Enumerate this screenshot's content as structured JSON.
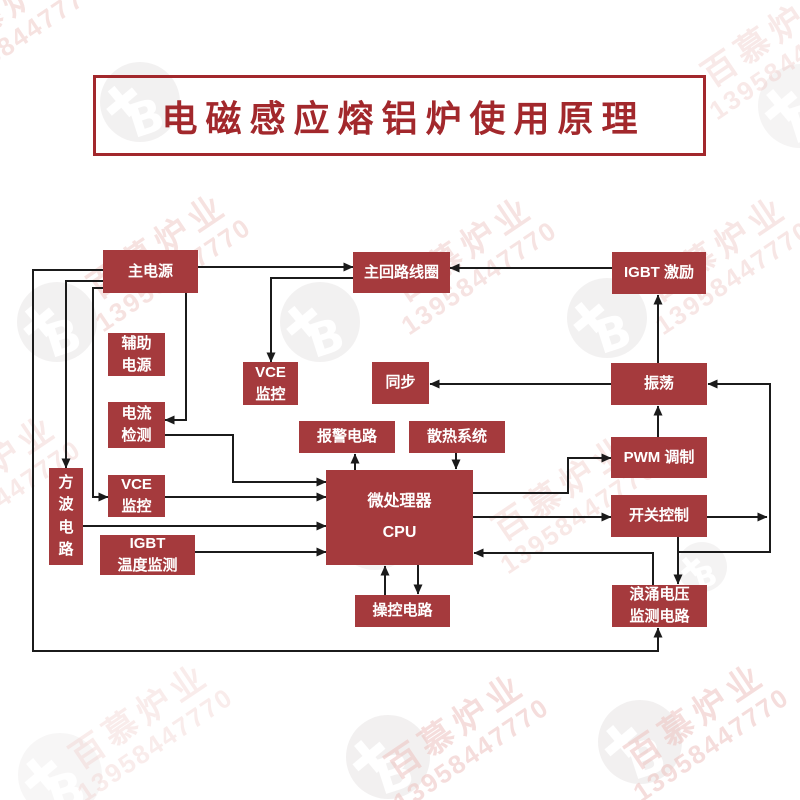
{
  "title": "电磁感应熔铝炉使用原理",
  "watermark": {
    "brand": "百慕炉业",
    "phone": "13958447770",
    "logo_letter": "B"
  },
  "colors": {
    "box_red": "#a53a3d",
    "title_red": "#a2282c",
    "line_dark": "#1b1b1b",
    "watermark_pink": "#eec6c3",
    "watermark_gray": "#e7e4e4"
  },
  "nodes": {
    "main_power": {
      "label": "主电源"
    },
    "main_coil": {
      "label": "主回路线圈"
    },
    "igbt_drive": {
      "label": "IGBT 激励"
    },
    "aux_power": {
      "label": "辅助\n电源"
    },
    "current_detect": {
      "label": "电流\n检测"
    },
    "vce_monitor_coil": {
      "label": "VCE\n监控"
    },
    "sync": {
      "label": "同步"
    },
    "oscillator": {
      "label": "振荡"
    },
    "alarm_circuit": {
      "label": "报警电路"
    },
    "cooling_system": {
      "label": "散热系统"
    },
    "pwm_mod": {
      "label": "PWM 调制"
    },
    "square_wave": {
      "label": "方\n波\n电\n路"
    },
    "vce_monitor_left": {
      "label": "VCE\n监控"
    },
    "igbt_temp": {
      "label": "IGBT\n温度监测"
    },
    "cpu": {
      "label": "微处理器\nCPU"
    },
    "switch_control": {
      "label": "开关控制"
    },
    "surge_monitor": {
      "label": "浪涌电压\n监测电路"
    },
    "control_circuit": {
      "label": "操控电路"
    }
  }
}
